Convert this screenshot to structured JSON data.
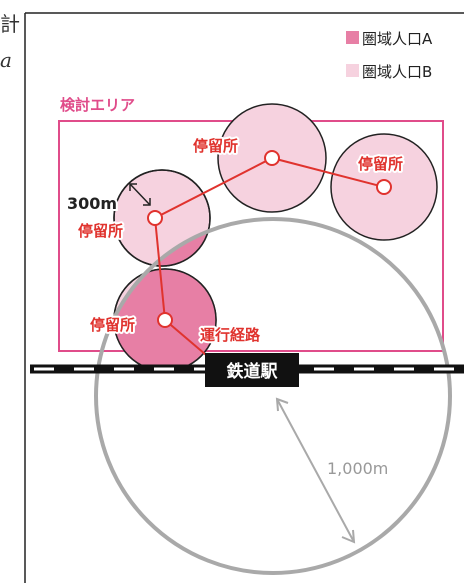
{
  "edge_left": {
    "line1": "計",
    "line2": "a"
  },
  "legend": {
    "items": [
      {
        "label": "圏域人口A",
        "color": "#e77fa5"
      },
      {
        "label": "圏域人口B",
        "color": "#f6d2df"
      }
    ]
  },
  "study_area": {
    "label": "検討エリア",
    "color": "#e04c8a"
  },
  "stops": [
    {
      "id": "stop-1",
      "label": "停留所"
    },
    {
      "id": "stop-2",
      "label": "停留所"
    },
    {
      "id": "stop-3",
      "label": "停留所"
    },
    {
      "id": "stop-4",
      "label": "停留所"
    }
  ],
  "route": {
    "label": "運行経路",
    "color": "#e0332e"
  },
  "radius_small": {
    "label": "300m"
  },
  "radius_large": {
    "label": "1,000m"
  },
  "station": {
    "label": "鉄道駅"
  },
  "colors": {
    "border": "#222222",
    "large_circle": "#a9a9a9"
  }
}
